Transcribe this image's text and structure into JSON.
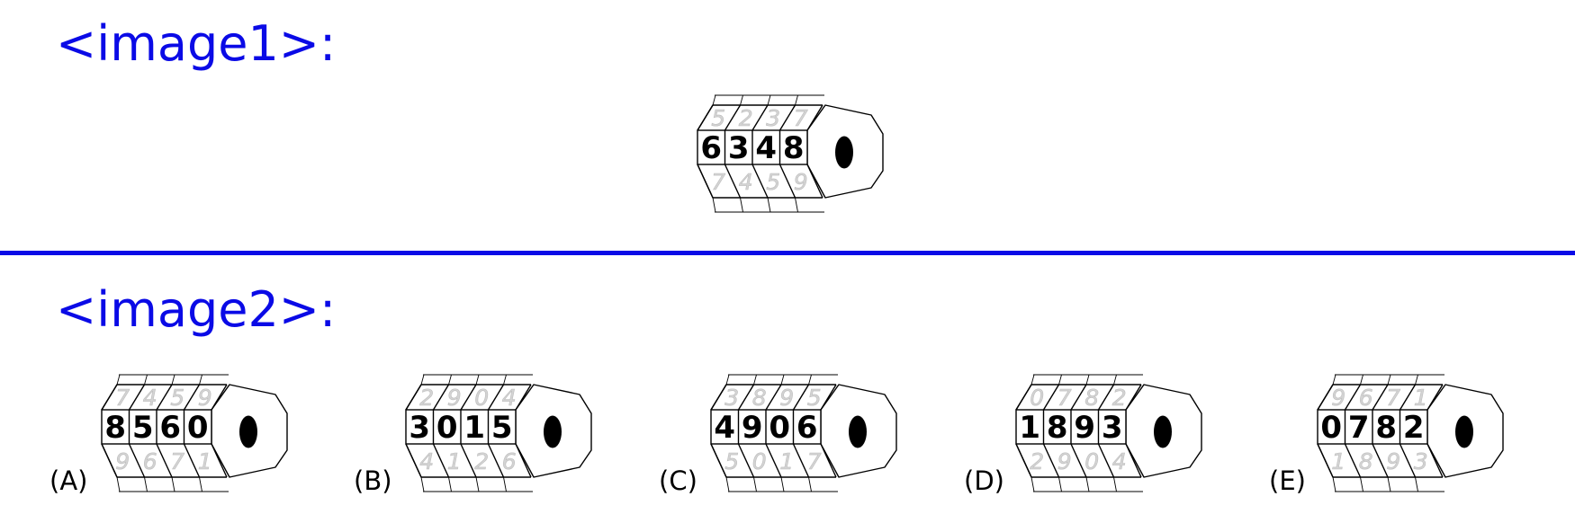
{
  "image1": {
    "title": "<image1>:",
    "lock": {
      "front": [
        "6",
        "3",
        "4",
        "8"
      ],
      "top": [
        "5",
        "2",
        "3",
        "7"
      ],
      "bottom": [
        "7",
        "4",
        "5",
        "9"
      ]
    }
  },
  "image2": {
    "title": "<image2>:",
    "options": [
      {
        "label": "(A)",
        "front": [
          "8",
          "5",
          "6",
          "0"
        ],
        "top": [
          "7",
          "4",
          "5",
          "9"
        ],
        "bottom": [
          "9",
          "6",
          "7",
          "1"
        ]
      },
      {
        "label": "(B)",
        "front": [
          "3",
          "0",
          "1",
          "5"
        ],
        "top": [
          "2",
          "9",
          "0",
          "4"
        ],
        "bottom": [
          "4",
          "1",
          "2",
          "6"
        ]
      },
      {
        "label": "(C)",
        "front": [
          "4",
          "9",
          "0",
          "6"
        ],
        "top": [
          "3",
          "8",
          "9",
          "5"
        ],
        "bottom": [
          "5",
          "0",
          "1",
          "7"
        ]
      },
      {
        "label": "(D)",
        "front": [
          "1",
          "8",
          "9",
          "3"
        ],
        "top": [
          "0",
          "7",
          "8",
          "2"
        ],
        "bottom": [
          "2",
          "9",
          "0",
          "4"
        ]
      },
      {
        "label": "(E)",
        "front": [
          "0",
          "7",
          "8",
          "2"
        ],
        "top": [
          "9",
          "6",
          "7",
          "1"
        ],
        "bottom": [
          "1",
          "8",
          "9",
          "3"
        ]
      }
    ]
  }
}
